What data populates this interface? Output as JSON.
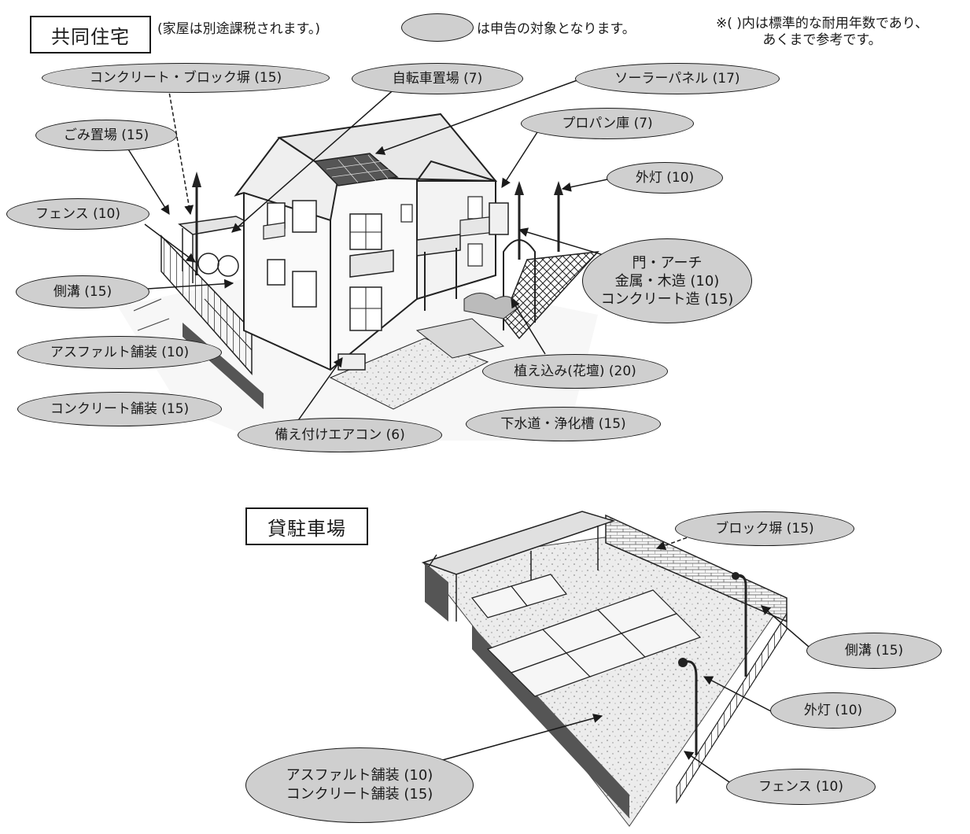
{
  "header": {
    "section1_title": "共同住宅",
    "tax_note": "(家屋は別途課税されます。)",
    "legend_text": "は申告の対象となります。",
    "lifespan_note_line1": "※(  )内は標準的な耐用年数であり、",
    "lifespan_note_line2": "あくまで参考です。"
  },
  "house_labels": {
    "block_wall": "コンクリート・ブロック塀 (15)",
    "bicycle": "自転車置場 (7)",
    "solar": "ソーラーパネル (17)",
    "garbage": "ごみ置場 (15)",
    "propane": "プロパン庫 (7)",
    "outdoor_light": "外灯 (10)",
    "fence": "フェンス (10)",
    "gate_line1": "門・アーチ",
    "gate_line2": "金属・木造 (10)",
    "gate_line3": "コンクリート造 (15)",
    "gutter": "側溝 (15)",
    "asphalt": "アスファルト舗装 (10)",
    "planting": "植え込み(花壇) (20)",
    "concrete_paving": "コンクリート舗装 (15)",
    "aircon": "備え付けエアコン (6)",
    "sewer": "下水道・浄化槽 (15)"
  },
  "parking": {
    "section2_title": "貸駐車場",
    "block_wall": "ブロック塀 (15)",
    "gutter": "側溝 (15)",
    "outdoor_light": "外灯 (10)",
    "fence": "フェンス (10)",
    "paving_line1": "アスファルト舗装 (10)",
    "paving_line2": "コンクリート舗装 (15)"
  },
  "colors": {
    "oval_fill": "#cfcfcf",
    "ink": "#1a1a1a"
  }
}
